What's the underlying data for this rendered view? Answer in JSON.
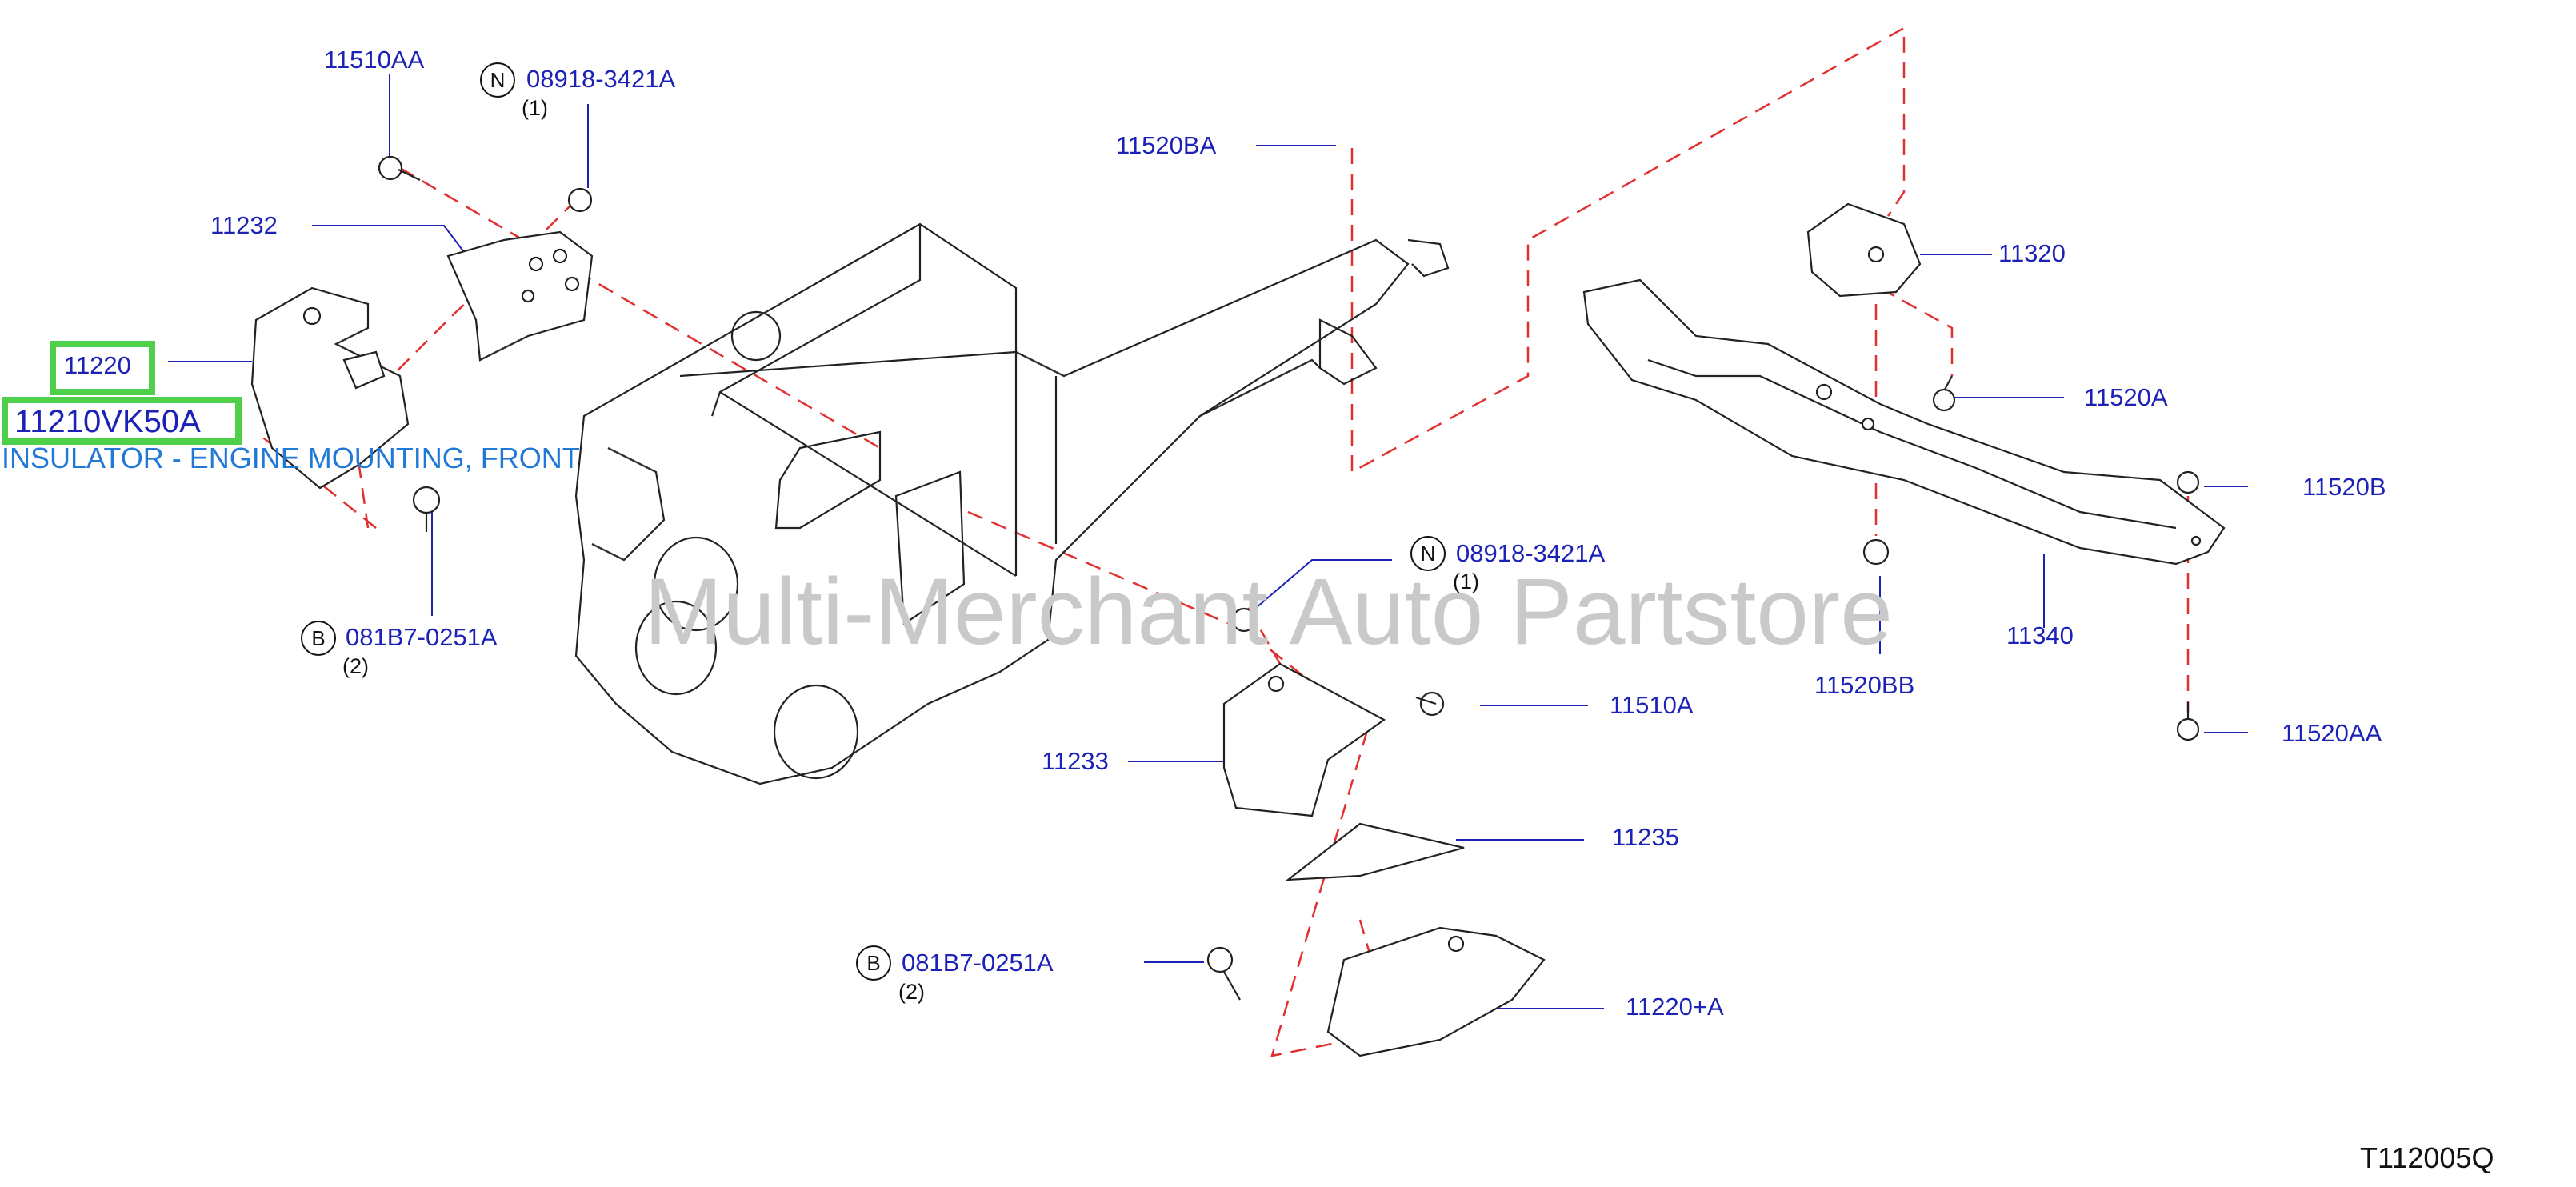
{
  "callouts": {
    "p11510AA": "11510AA",
    "p08918_top": "08918-3421A",
    "p08918_top_qty": "(1)",
    "p11232": "11232",
    "p11220": "11220",
    "p11210VK50A": "11210VK50A",
    "p081B7_left": "081B7-0251A",
    "p081B7_left_qty": "(2)",
    "p11520BA": "11520BA",
    "p11320": "11320",
    "p11520A": "11520A",
    "p11520B": "11520B",
    "p11340": "11340",
    "p11520BB": "11520BB",
    "p11520AA": "11520AA",
    "p08918_mid": "08918-3421A",
    "p08918_mid_qty": "(1)",
    "p11510A": "11510A",
    "p11233": "11233",
    "p11235": "11235",
    "p081B7_bottom": "081B7-0251A",
    "p081B7_bottom_qty": "(2)",
    "p11220A": "11220+A"
  },
  "symbols": {
    "n_mark": "N",
    "b_mark": "B"
  },
  "selected_part_description": "INSULATOR - ENGINE MOUNTING, FRONT",
  "watermark": "Multi-Merchant Auto Partstore",
  "figure_code": "T112005Q",
  "colors": {
    "label": "#1d22b7",
    "highlight": "#4fd04a",
    "description": "#2079d6",
    "dashed_line": "#e03030",
    "watermark": "#c9c9c9"
  }
}
